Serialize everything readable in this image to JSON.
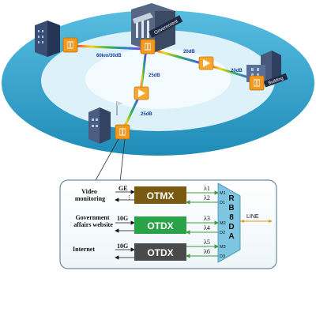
{
  "network": {
    "link_labels": {
      "gov_left": "60km/30dB",
      "gov_right": "20dB",
      "mid_right": "20dB",
      "center": "25dB",
      "center_low": "25dB"
    },
    "sign_government": "Government",
    "sign_building": "Building"
  },
  "panel": {
    "rows": [
      {
        "service": "Video monitoring",
        "service_lines": [
          "Video",
          "monitoring"
        ],
        "rate": "GE",
        "module": "OTMX",
        "module_color": "#7a5a12",
        "ports": [
          "M1",
          "D1"
        ],
        "lambdas": [
          "λ1",
          "λ2"
        ]
      },
      {
        "service": "Government affairs website",
        "service_lines": [
          "Government",
          "affairs website"
        ],
        "rate": "10G",
        "module": "OTDX",
        "module_color": "#2aa348",
        "ports": [
          "M2",
          "D2"
        ],
        "lambdas": [
          "λ3",
          "λ4"
        ]
      },
      {
        "service": "Internet",
        "service_lines": [
          "Internet"
        ],
        "rate": "10G",
        "module": "OTDX",
        "module_color": "#4a4a4a",
        "ports": [
          "M3",
          "D3"
        ],
        "lambdas": [
          "λ5",
          "λ6"
        ]
      }
    ],
    "mux_letters": [
      "R",
      "B",
      "8",
      "D",
      "A"
    ],
    "line_label": "LINE"
  },
  "colors": {
    "ring_outer": "#2e9fc9",
    "ring_inner": "#dff3fb",
    "node_orange": "#f39a1e",
    "amp_orange": "#f7a630",
    "mux_blue": "#7ec5e2",
    "panel_border": "#6a8aa0"
  }
}
